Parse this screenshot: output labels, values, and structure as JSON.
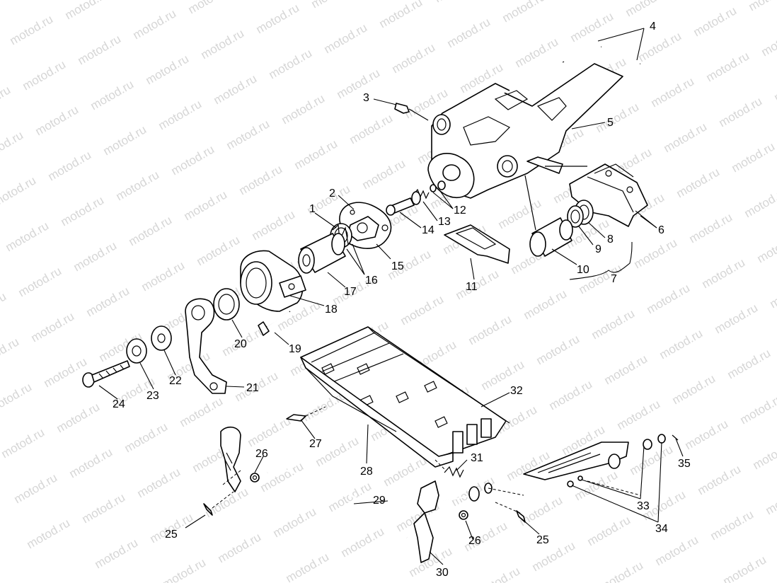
{
  "watermark": "motod.ru",
  "callouts": [
    {
      "id": "1",
      "label": "1"
    },
    {
      "id": "2",
      "label": "2"
    },
    {
      "id": "3",
      "label": "3"
    },
    {
      "id": "4",
      "label": "4"
    },
    {
      "id": "5",
      "label": "5"
    },
    {
      "id": "6",
      "label": "6"
    },
    {
      "id": "7",
      "label": "7"
    },
    {
      "id": "8",
      "label": "8"
    },
    {
      "id": "9",
      "label": "9"
    },
    {
      "id": "10",
      "label": "10"
    },
    {
      "id": "11",
      "label": "11"
    },
    {
      "id": "12",
      "label": "12"
    },
    {
      "id": "13",
      "label": "13"
    },
    {
      "id": "14",
      "label": "14"
    },
    {
      "id": "15",
      "label": "15"
    },
    {
      "id": "16",
      "label": "16"
    },
    {
      "id": "17",
      "label": "17"
    },
    {
      "id": "18",
      "label": "18"
    },
    {
      "id": "19",
      "label": "19"
    },
    {
      "id": "20",
      "label": "20"
    },
    {
      "id": "21",
      "label": "21"
    },
    {
      "id": "22",
      "label": "22"
    },
    {
      "id": "23",
      "label": "23"
    },
    {
      "id": "24",
      "label": "24"
    },
    {
      "id": "25a",
      "label": "25"
    },
    {
      "id": "25b",
      "label": "25"
    },
    {
      "id": "26a",
      "label": "26"
    },
    {
      "id": "26b",
      "label": "26"
    },
    {
      "id": "27",
      "label": "27"
    },
    {
      "id": "28",
      "label": "28"
    },
    {
      "id": "29",
      "label": "29"
    },
    {
      "id": "30",
      "label": "30"
    },
    {
      "id": "31",
      "label": "31"
    },
    {
      "id": "32",
      "label": "32"
    },
    {
      "id": "33",
      "label": "33"
    },
    {
      "id": "34",
      "label": "34"
    },
    {
      "id": "35",
      "label": "35"
    }
  ]
}
